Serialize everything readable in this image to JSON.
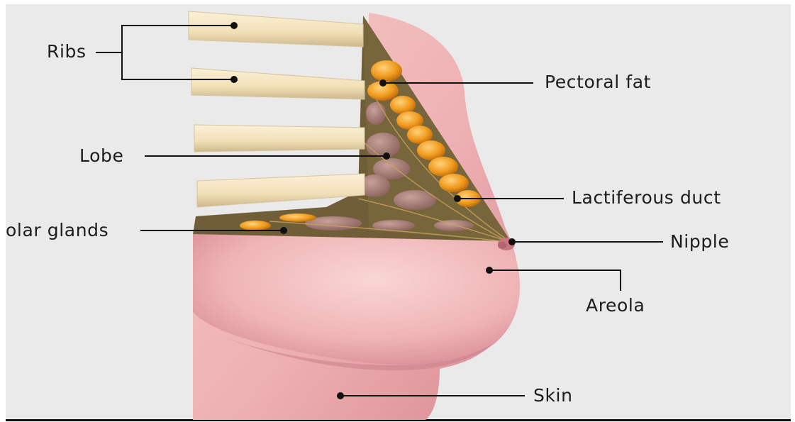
{
  "labels": {
    "ribs": "Ribs",
    "pectoral_fat": "Pectoral fat",
    "lobe": "Lobe",
    "lactiferous_duct": "Lactiferous duct",
    "areolar_glands": "olar glands",
    "nipple": "Nipple",
    "areola": "Areola",
    "skin": "Skin"
  },
  "colors": {
    "background": "#eaeaea",
    "skin": "#f1b9b9",
    "skin_shadow": "#d98e95",
    "rib": "#f4e6c3",
    "fat": "#f0a224",
    "lobe": "#a57a73",
    "tissue": "#76643c",
    "leader_line": "#111111"
  }
}
